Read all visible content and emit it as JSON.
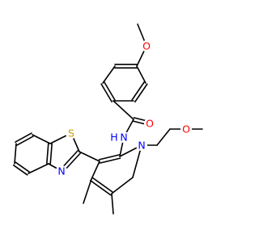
{
  "colors": {
    "bond": "#000000",
    "oxygen": "#ff0000",
    "nitrogen": "#0000ff",
    "sulfur": "#c8a000",
    "carbon": "#000000"
  },
  "atoms": {
    "o_methoxy_top": {
      "label": "O",
      "element": "oxygen"
    },
    "o_carbonyl": {
      "label": "O",
      "element": "oxygen"
    },
    "n_amide": {
      "label": "N",
      "element": "nitrogen"
    },
    "h_amide": {
      "label": "H",
      "element": "nitrogen"
    },
    "n_pyrrole": {
      "label": "N",
      "element": "nitrogen"
    },
    "o_methoxyethyl": {
      "label": "O",
      "element": "oxygen"
    },
    "s_thiazole": {
      "label": "S",
      "element": "sulfur"
    },
    "n_thiazole": {
      "label": "N",
      "element": "nitrogen"
    }
  }
}
